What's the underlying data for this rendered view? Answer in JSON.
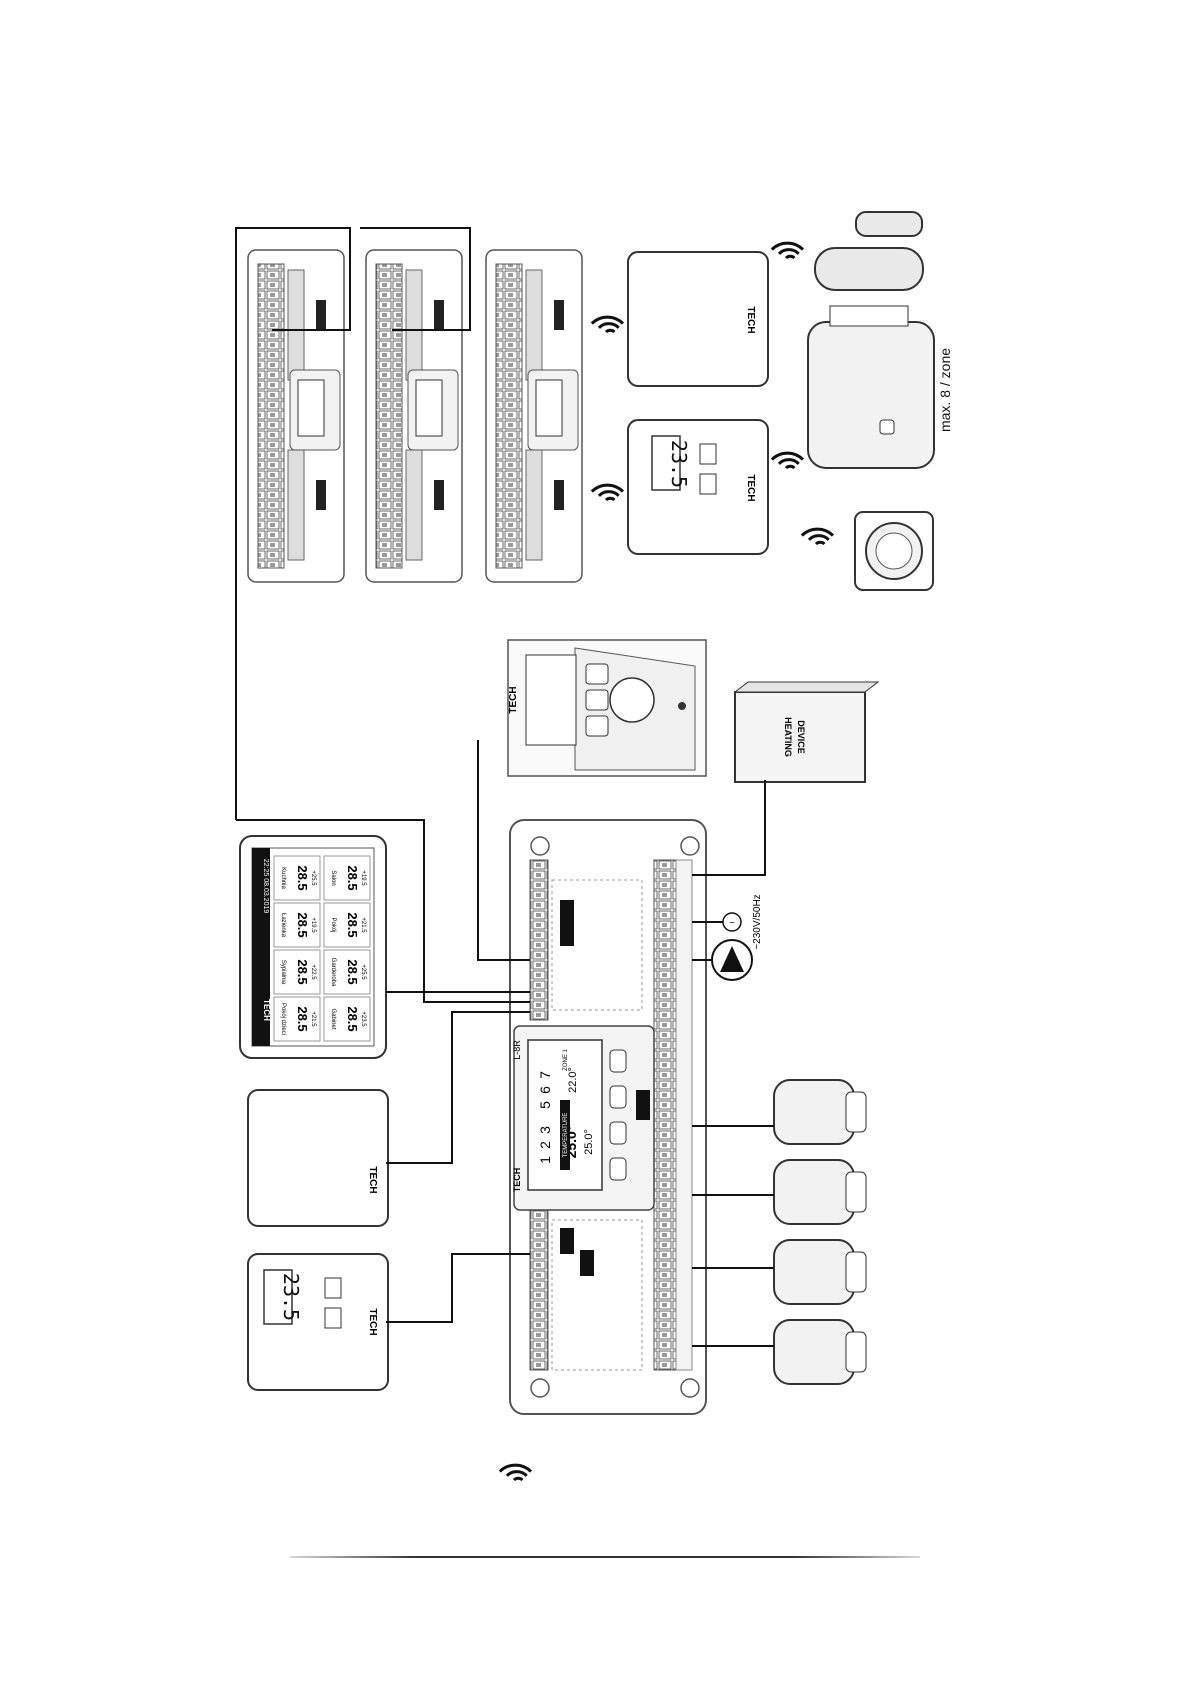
{
  "brand": "TECH",
  "readouts": {
    "wired_sensor": "23.5",
    "wireless_sensor": "23.5"
  },
  "touch_panel": {
    "date": "22:25 08.03.2019",
    "zones": [
      {
        "name": "Kuchnia",
        "temp": "28.5",
        "set": "+25.5"
      },
      {
        "name": "Salon",
        "temp": "28.5",
        "set": "+19.5"
      },
      {
        "name": "Łazienka",
        "temp": "28.5",
        "set": "+19.5"
      },
      {
        "name": "Pokój",
        "temp": "28.5",
        "set": "+21.5"
      },
      {
        "name": "Sypialnia",
        "temp": "28.5",
        "set": "+22.5"
      },
      {
        "name": "Garderoba",
        "temp": "28.5",
        "set": "+25.5"
      },
      {
        "name": "Pokój dzieci",
        "temp": "28.5",
        "set": "+21.5"
      },
      {
        "name": "Gabinet",
        "temp": "28.5",
        "set": "+23.5"
      }
    ]
  },
  "controller": {
    "model": "L-8R",
    "temp_main": "25.0°",
    "temp_sub": "25.0°",
    "temp_right": "22.0°",
    "zones_top": [
      "1",
      "2",
      "3"
    ],
    "zones_bottom": [
      "5",
      "6",
      "7"
    ],
    "label_left": "TEMPERATURE",
    "label_right": "ZONE 1"
  },
  "labels": {
    "heating_device": [
      "HEATING",
      "DEVICE"
    ],
    "power": "~230V/50Hz",
    "max_zone": "max. 8 / zone"
  },
  "colors": {
    "line": "#111111",
    "panel": "#f4f4f4",
    "outline": "#333333"
  }
}
